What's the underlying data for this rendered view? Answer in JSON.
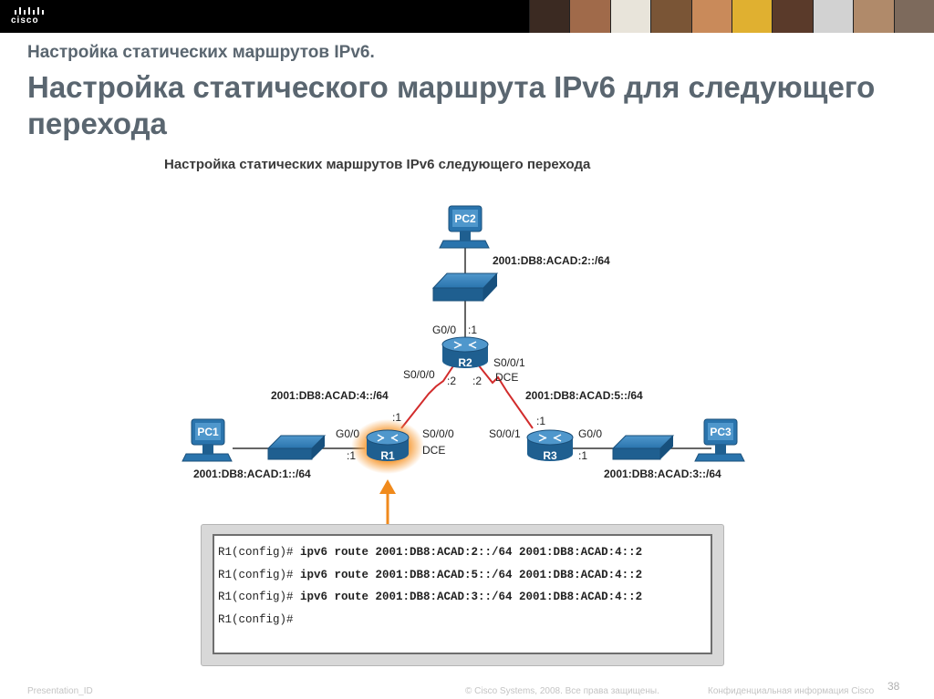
{
  "header": {
    "logo_text": "cisco",
    "photo_colors": [
      "#3b2a22",
      "#a06a4a",
      "#e8e4da",
      "#7a5536",
      "#c98a5a",
      "#e0b030",
      "#5a3a2a",
      "#d2d2d2",
      "#b08a6a",
      "#7d6a5c"
    ]
  },
  "slide": {
    "subtitle": "Настройка статических маршрутов IPv6.",
    "title": "Настройка статического маршрута IPv6 для следующего перехода"
  },
  "diagram": {
    "title": "Настройка статических маршрутов IPv6 следующего перехода",
    "devices": {
      "pc1": "PC1",
      "pc2": "PC2",
      "pc3": "PC3",
      "r1": "R1",
      "r2": "R2",
      "r3": "R3"
    },
    "networks": {
      "net1": "2001:DB8:ACAD:1::/64",
      "net2": "2001:DB8:ACAD:2::/64",
      "net3": "2001:DB8:ACAD:3::/64",
      "net4": "2001:DB8:ACAD:4::/64",
      "net5": "2001:DB8:ACAD:5::/64"
    },
    "interfaces": {
      "r2_g00": "G0/0",
      "r2_g00_host": ":1",
      "r2_s000": "S0/0/0",
      "r2_s000_host": ":2",
      "r2_s001": "S0/0/1",
      "r2_s001_host": ":2",
      "r2_dce": "DCE",
      "r1_g00": "G0/0",
      "r1_g00_host": ":1",
      "r1_s000": "S0/0/0",
      "r1_s000_host": ":1",
      "r1_dce": "DCE",
      "r3_s001": "S0/0/1",
      "r3_s001_host": ":1",
      "r3_g00": "G0/0",
      "r3_g00_host": ":1"
    },
    "colors": {
      "router": "#1f6fa6",
      "switch": "#2a74ad",
      "serial_link": "#d22c2c",
      "highlight": "#f08a1c"
    }
  },
  "cli": {
    "lines": [
      {
        "prompt": "R1(config)#",
        "cmd": " ipv6 route 2001:DB8:ACAD:2::/64 2001:DB8:ACAD:4::2"
      },
      {
        "prompt": "R1(config)#",
        "cmd": " ipv6 route 2001:DB8:ACAD:5::/64 2001:DB8:ACAD:4::2"
      },
      {
        "prompt": "R1(config)#",
        "cmd": " ipv6 route 2001:DB8:ACAD:3::/64 2001:DB8:ACAD:4::2"
      },
      {
        "prompt": "R1(config)#",
        "cmd": ""
      }
    ]
  },
  "footer": {
    "left": "Presentation_ID",
    "center": "© Cisco Systems, 2008. Все права защищены.",
    "right": "Конфиденциальная информация Cisco",
    "page": "38"
  }
}
